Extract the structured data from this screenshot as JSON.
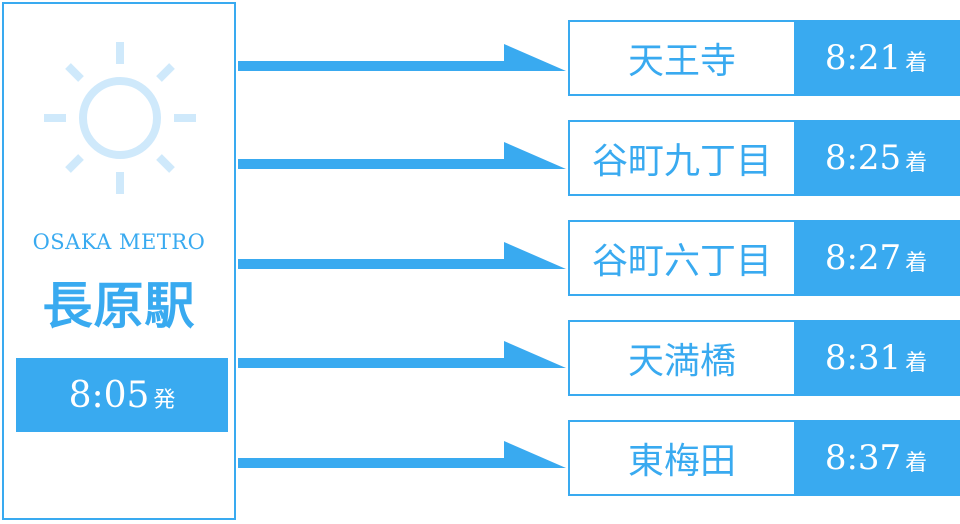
{
  "origin": {
    "line": "OSAKA METRO",
    "station": "長原駅",
    "depart_time": "8:05",
    "depart_suffix": "発",
    "icon": "sun-icon"
  },
  "destinations": [
    {
      "name": "天王寺",
      "time": "8:21",
      "suffix": "着"
    },
    {
      "name": "谷町九丁目",
      "time": "8:25",
      "suffix": "着"
    },
    {
      "name": "谷町六丁目",
      "time": "8:27",
      "suffix": "着"
    },
    {
      "name": "天満橋",
      "time": "8:31",
      "suffix": "着"
    },
    {
      "name": "東梅田",
      "time": "8:37",
      "suffix": "着"
    }
  ],
  "colors": {
    "accent": "#39aaf0",
    "sun": "#cfe9fb",
    "background": "#ffffff"
  }
}
